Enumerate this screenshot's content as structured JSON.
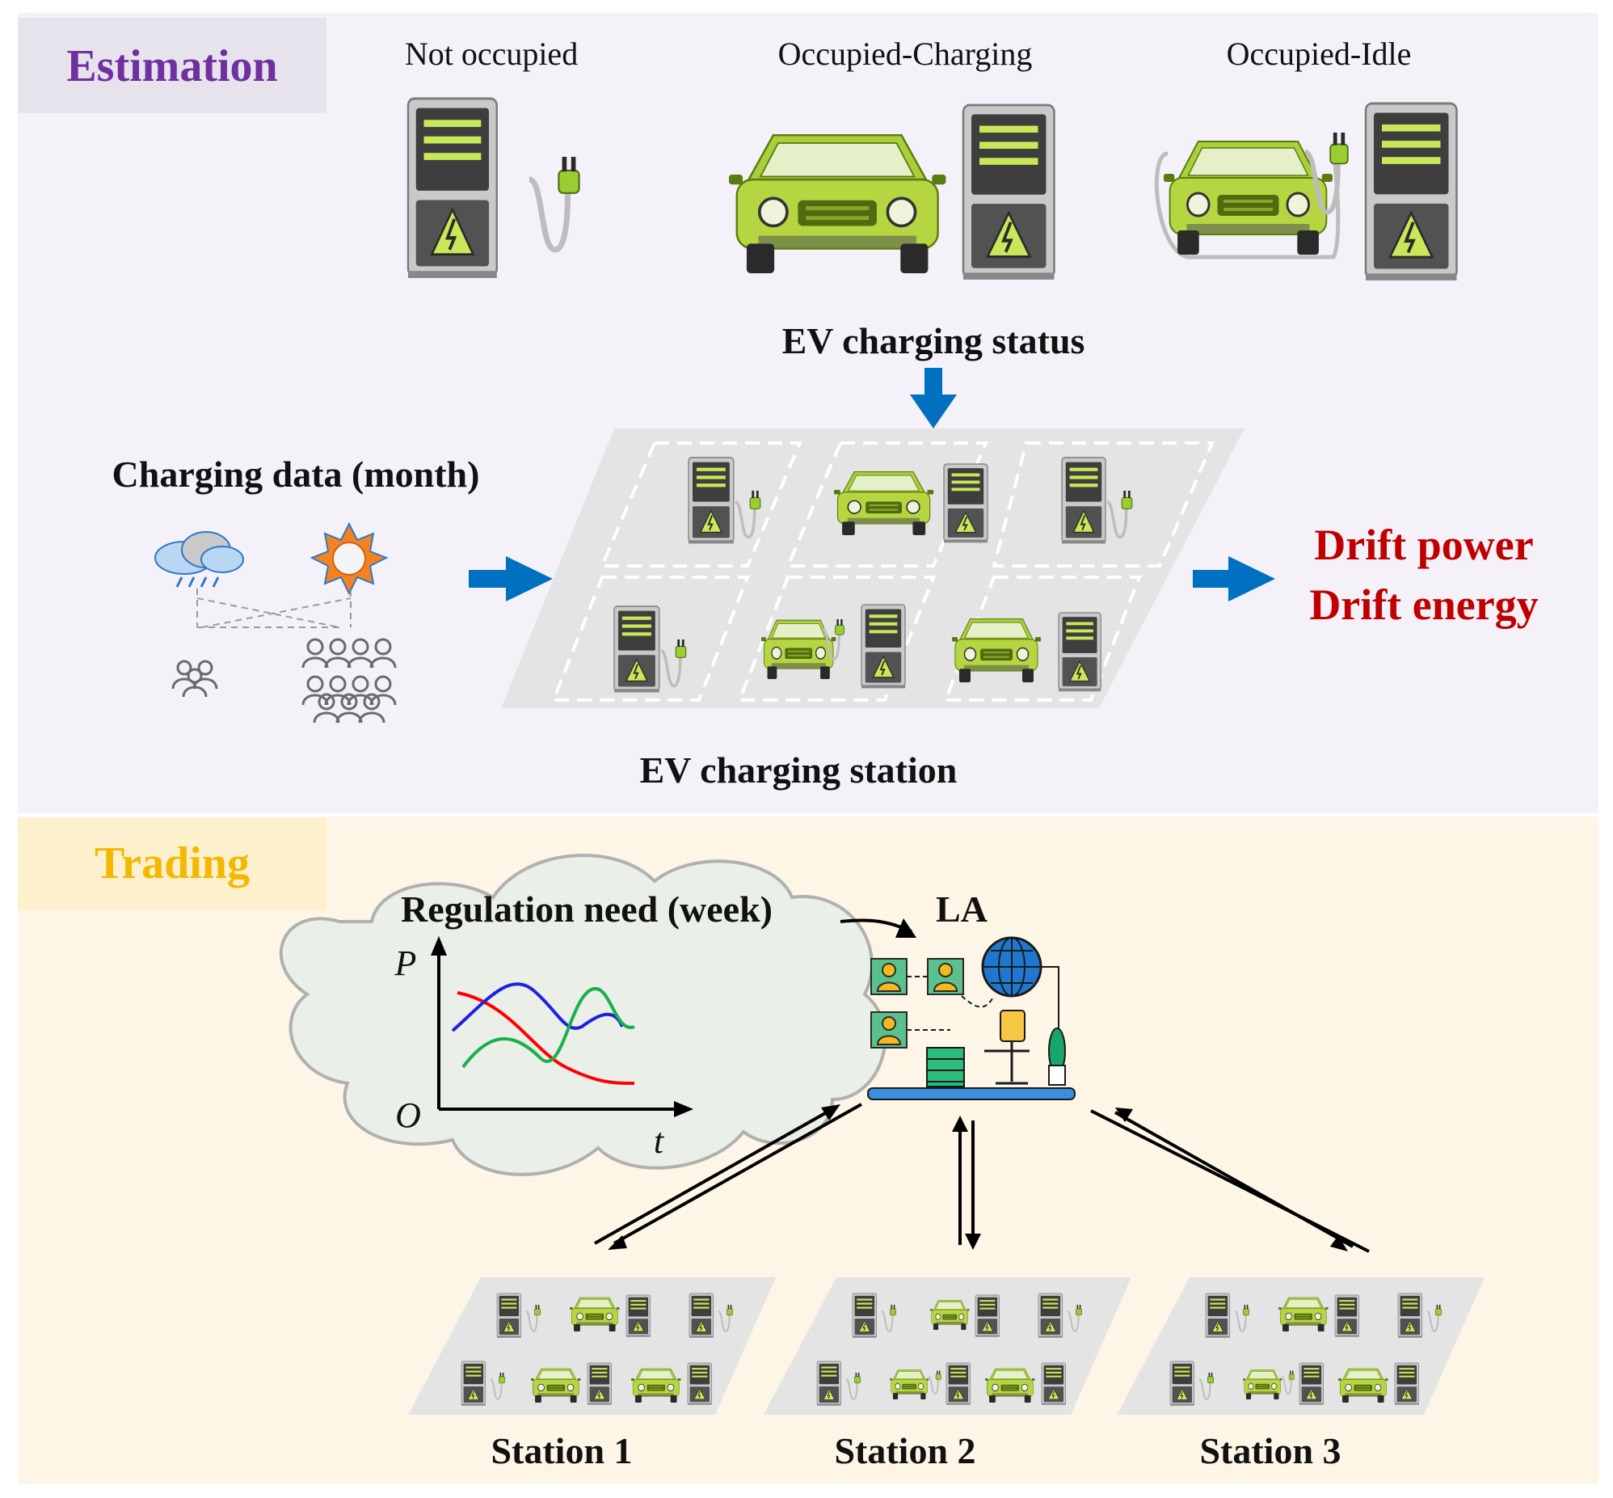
{
  "estimation": {
    "section_label": "Estimation",
    "status_labels": [
      "Not occupied",
      "Occupied-Charging",
      "Occupied-Idle"
    ],
    "status_caption": "EV charging status",
    "data_caption": "Charging data (month)",
    "station_caption": "EV charging station",
    "output_lines": [
      "Drift power",
      "Drift energy"
    ]
  },
  "trading": {
    "section_label": "Trading",
    "cloud_title": "Regulation need (week)",
    "y_axis": "P",
    "x_axis": "t",
    "origin": "O",
    "aggregator": "LA",
    "stations": [
      "Station 1",
      "Station 2",
      "Station 3"
    ]
  },
  "colors": {
    "estimation_bg": "#f4f2f8",
    "estimation_tag_bg": "#e6e3ec",
    "estimation_tag_text": "#7030a0",
    "trading_bg": "#fdf6e6",
    "trading_tag_bg": "#fdf0cd",
    "trading_tag_text": "#f5b800",
    "drift_text": "#c00000",
    "arrow_blue": "#0070c0",
    "ev_green": "#b6d641",
    "charger_dark": "#4a4a4a",
    "cloud_fill": "#eaefe8",
    "curve_red": "#ff0000",
    "curve_blue": "#1f1fe6",
    "curve_green": "#19b04b"
  }
}
